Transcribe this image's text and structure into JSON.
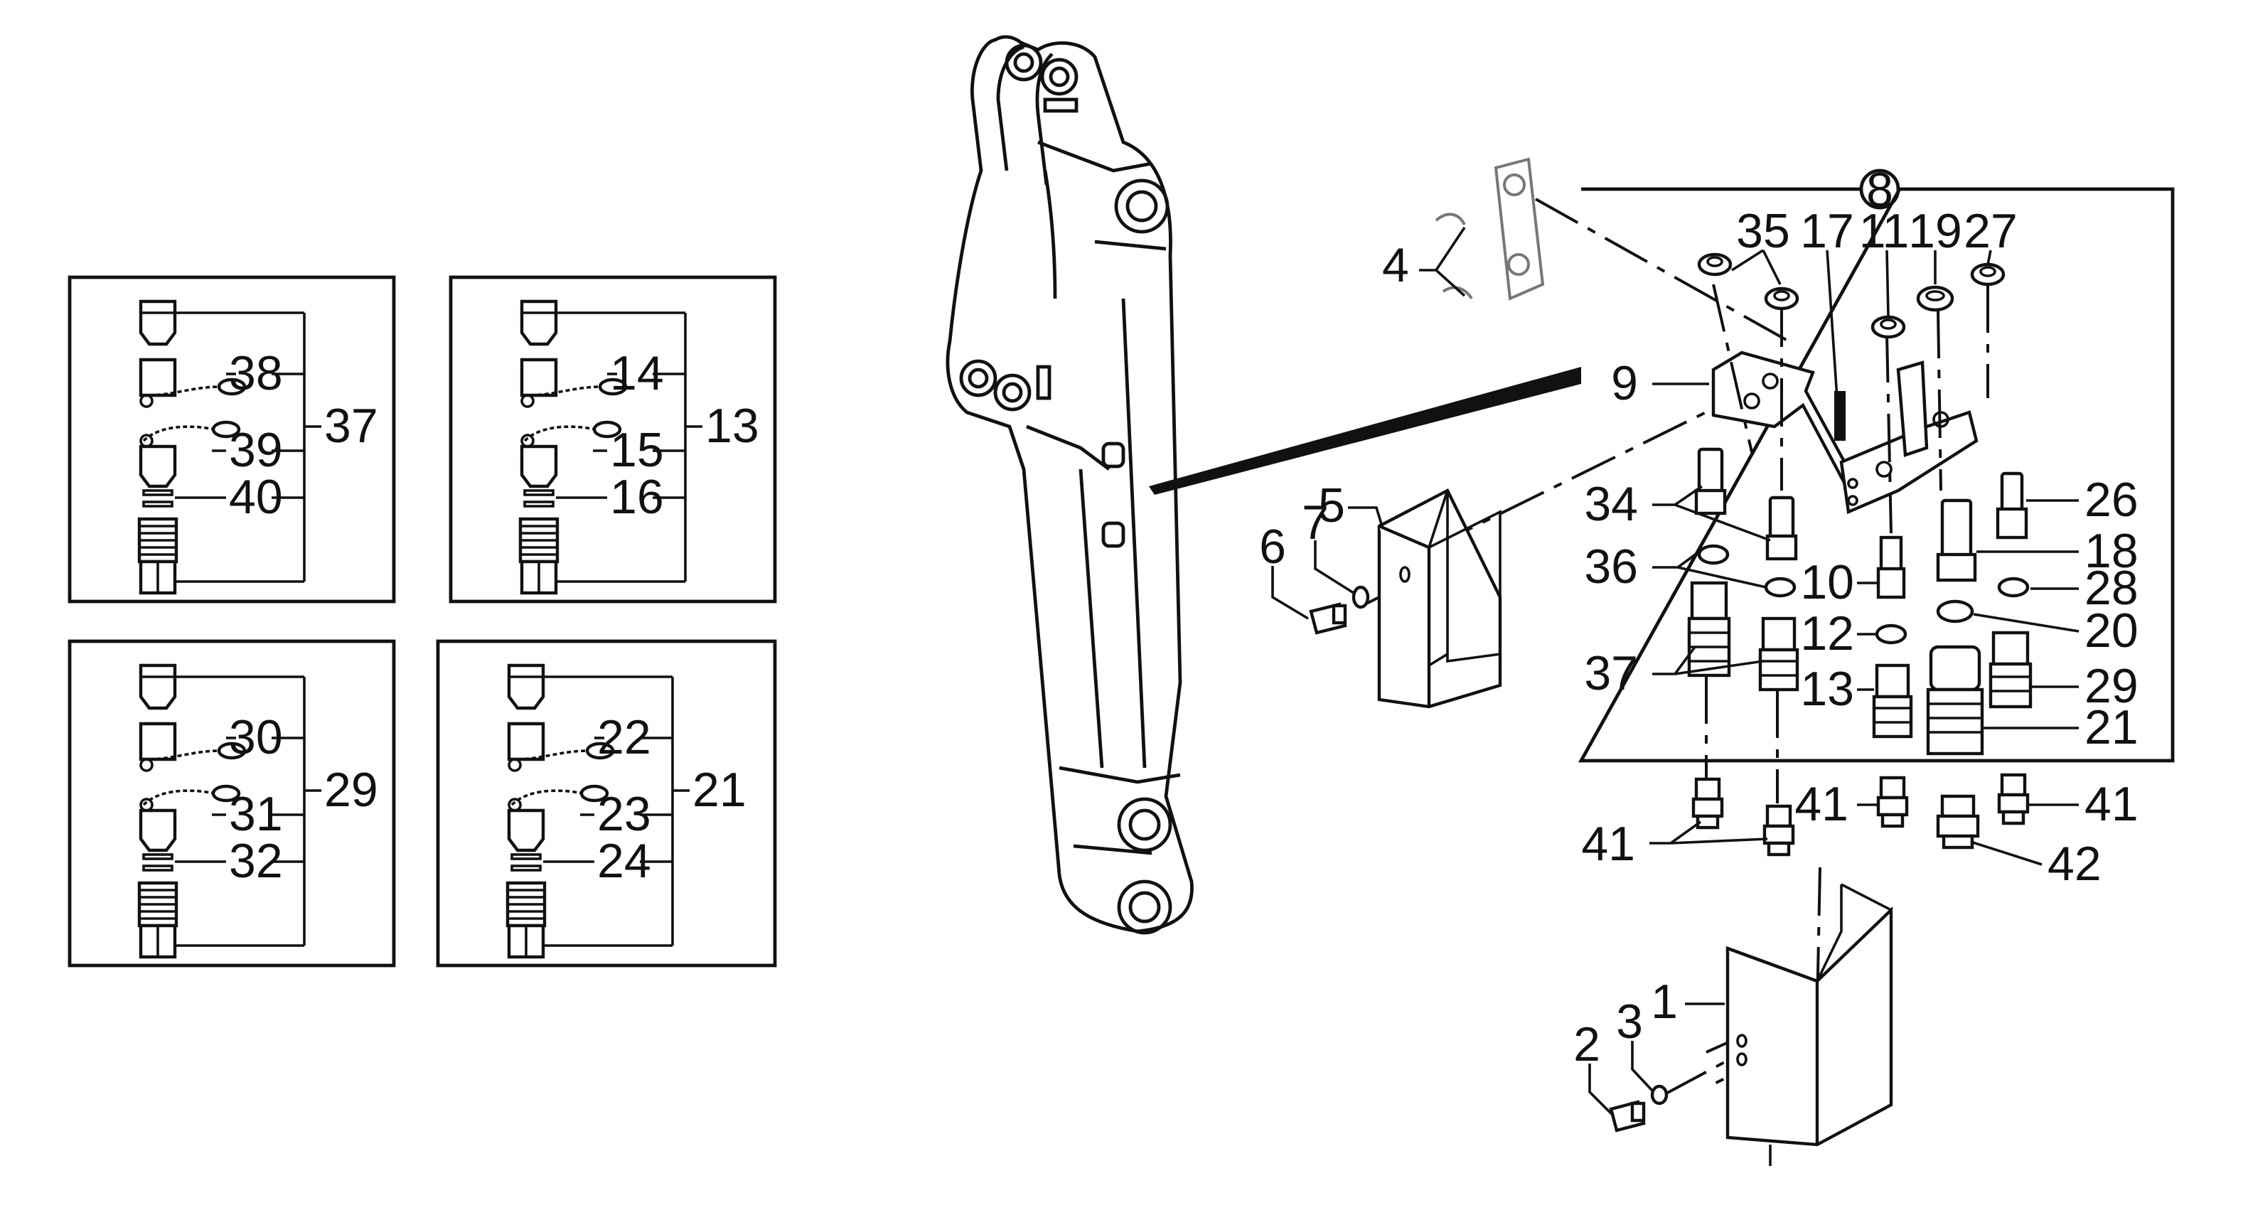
{
  "colors": {
    "line": "#111111",
    "background": "#ffffff",
    "ghost": "#777777"
  },
  "inset_boxes": [
    {
      "group": "37",
      "items": [
        "38",
        "39",
        "40"
      ]
    },
    {
      "group": "13",
      "items": [
        "14",
        "15",
        "16"
      ]
    },
    {
      "group": "29",
      "items": [
        "30",
        "31",
        "32"
      ]
    },
    {
      "group": "21",
      "items": [
        "22",
        "23",
        "24"
      ]
    }
  ],
  "detail_box": {
    "callout": "8"
  },
  "labels": {
    "p1": "1",
    "p2": "2",
    "p3": "3",
    "p4": "4",
    "p5": "5",
    "p6": "6",
    "p7": "7",
    "p9": "9",
    "p10": "10",
    "p11": "11",
    "p12": "12",
    "p13": "13",
    "p17": "17",
    "p18": "18",
    "p19": "19",
    "p20": "20",
    "p21": "21",
    "p26": "26",
    "p27": "27",
    "p28": "28",
    "p29": "29",
    "p34": "34",
    "p35": "35",
    "p36": "36",
    "p37": "37",
    "p41a": "41",
    "p41b": "41",
    "p41c": "41",
    "p42": "42"
  }
}
